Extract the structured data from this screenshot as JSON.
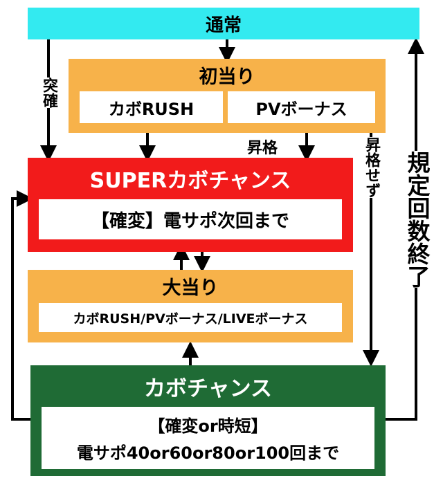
{
  "nodes": {
    "normal": {
      "label": "通常",
      "color": "#33eaf0"
    },
    "first_hit": {
      "label": "初当り",
      "color": "#f7b24a",
      "options": [
        "カボRUSH",
        "PVボーナス"
      ]
    },
    "super": {
      "label": "SUPERカボチャンス",
      "color": "#f21b1b",
      "desc": "【確変】電サポ次回まで"
    },
    "big_hit": {
      "label": "大当り",
      "color": "#f7b24a",
      "desc": "カボRUSH/PVボーナス/LIVEボーナス"
    },
    "chance": {
      "label": "カボチャンス",
      "color": "#1f6b35",
      "desc_line1": "【確変or時短】",
      "desc_line2": "電サポ40or60or80or100回まで"
    }
  },
  "edges": {
    "sudden": "突確",
    "promote": "昇格",
    "no_promote": "昇格せず",
    "limit_end": "規定回数終了"
  }
}
